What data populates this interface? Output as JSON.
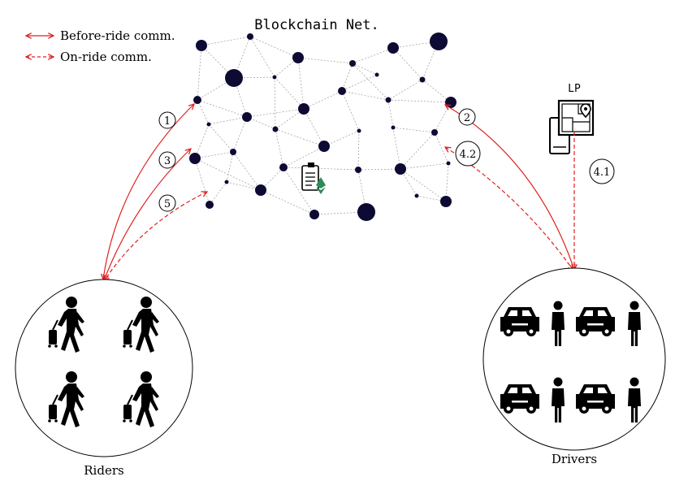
{
  "legend": {
    "before_ride": "Before-ride comm.",
    "on_ride": "On-ride comm."
  },
  "network": {
    "title": "Blockchain Net."
  },
  "lp": {
    "label": "LP"
  },
  "steps": {
    "s1": "1",
    "s2": "2",
    "s3": "3",
    "s4_1": "4.1",
    "s4_2": "4.2",
    "s5": "5"
  },
  "riders": {
    "label": "Riders"
  },
  "drivers": {
    "label": "Drivers"
  },
  "colors": {
    "node": "#0d0a33",
    "edge": "#9a9a9a",
    "comm": "#e02020",
    "contract_badge": "#2e8b57"
  }
}
